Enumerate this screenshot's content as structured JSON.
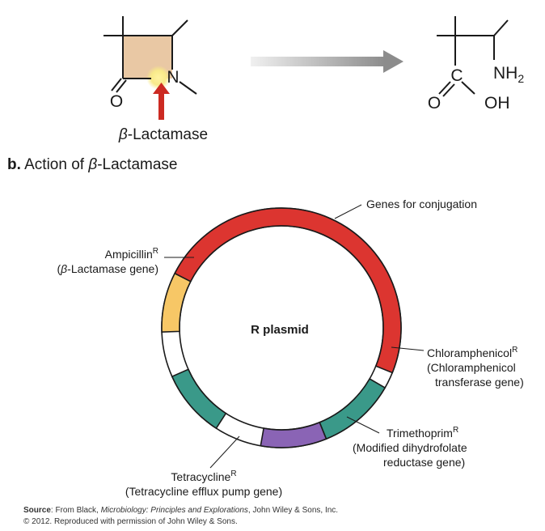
{
  "reaction": {
    "atom_O": "O",
    "atom_N": "N",
    "enzyme_greek": "β",
    "enzyme_rest": "-Lactamase",
    "product_C": "C",
    "product_O": "O",
    "product_NH": "NH",
    "product_NH_sub": "2",
    "product_OH": "OH"
  },
  "section": {
    "letter": "b.",
    "prefix": "Action of ",
    "greek": "β",
    "rest": "-Lactamase"
  },
  "plasmid": {
    "name": "R plasmid",
    "segments": [
      {
        "label": "Genes for conjugation",
        "color": "#dc3530"
      },
      {
        "label": "Ampicillin",
        "sup": "R",
        "detail": "β-Lactamase gene",
        "color": "#f7c766"
      },
      {
        "label": "Chloramphenicol",
        "sup": "R",
        "detail_1": "(Chloramphenicol",
        "detail_2": "transferase gene)",
        "color": "#3a9989"
      },
      {
        "label": "Trimethoprim",
        "sup": "R",
        "detail_1": "(Modified dihydrofolate",
        "detail_2": "reductase gene)",
        "color": "#8a64b5"
      },
      {
        "label": "Tetracycline",
        "sup": "R",
        "detail": "(Tetracycline efflux pump gene)",
        "color": "#3a9989"
      }
    ]
  },
  "source": {
    "label": "Source",
    "text_1": ": From Black, ",
    "book": "Microbiology: Principles and Explorations",
    "text_2": ", John Wiley & Sons, Inc.",
    "line2": "© 2012. Reproduced with permission of John Wiley & Sons."
  }
}
